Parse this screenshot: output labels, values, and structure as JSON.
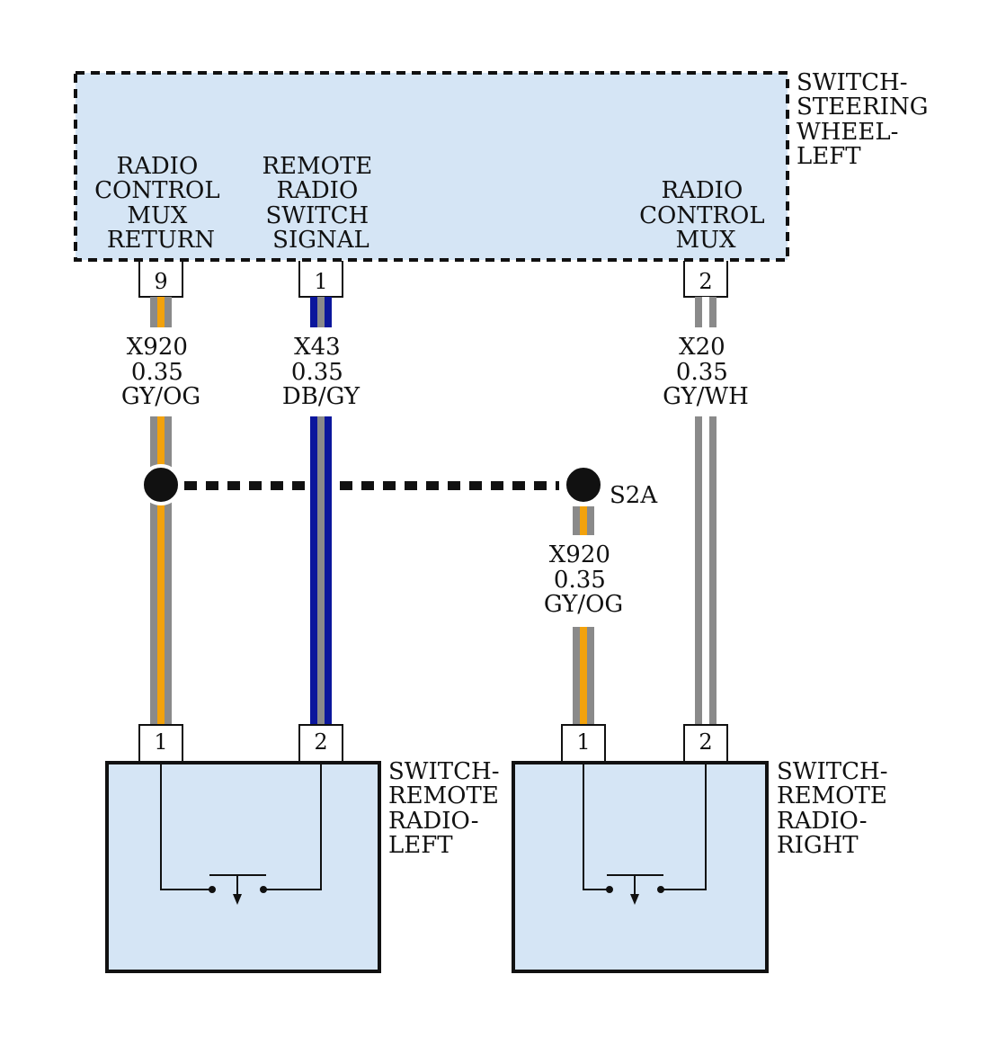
{
  "colors": {
    "box_fill": "#d5e5f5",
    "gray_wire": "#8a8a8a",
    "orange_stripe": "#f2a20c",
    "blue_wire": "#0b169c",
    "white_stripe": "#ffffff",
    "ink": "#111111"
  },
  "steering_switch": {
    "name_lines": [
      "SWITCH-",
      "STEERING",
      "WHEEL-",
      "LEFT"
    ],
    "circuits": [
      {
        "label_lines": [
          "RADIO",
          "CONTROL",
          "MUX",
          "RETURN"
        ],
        "pin": "9"
      },
      {
        "label_lines": [
          "REMOTE",
          "RADIO",
          "SWITCH",
          "SIGNAL"
        ],
        "pin": "1"
      },
      {
        "label_lines": [
          "RADIO",
          "CONTROL",
          "MUX"
        ],
        "pin": "2"
      }
    ]
  },
  "wires": [
    {
      "id_lines": [
        "X920",
        "0.35",
        "GY/OG"
      ],
      "base": "gray",
      "stripe": "orange"
    },
    {
      "id_lines": [
        "X43",
        "0.35",
        "DB/GY"
      ],
      "base": "blue",
      "stripe": "gray"
    },
    {
      "id_lines": [
        "X20",
        "0.35",
        "GY/WH"
      ],
      "base": "gray",
      "stripe": "white"
    },
    {
      "id_lines": [
        "X920",
        "0.35",
        "GY/OG"
      ],
      "base": "gray",
      "stripe": "orange"
    }
  ],
  "splice": {
    "label": "S2A"
  },
  "remote_left": {
    "name_lines": [
      "SWITCH-",
      "REMOTE",
      "RADIO-",
      "LEFT"
    ],
    "pins": [
      "1",
      "2"
    ]
  },
  "remote_right": {
    "name_lines": [
      "SWITCH-",
      "REMOTE",
      "RADIO-",
      "RIGHT"
    ],
    "pins": [
      "1",
      "2"
    ]
  }
}
